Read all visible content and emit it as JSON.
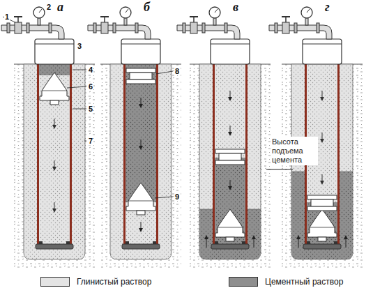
{
  "diagram": {
    "labels": [
      "а",
      "б",
      "в",
      "г",
      "1",
      "2",
      "3",
      "4",
      "6",
      "5",
      "7",
      "8",
      "9",
      "Высота подъема цемента"
    ],
    "legend": [
      {
        "text": "Глинистый раствор",
        "color": "#e4e4e4"
      },
      {
        "text": "Цементный раствор",
        "color": "#8f8f8f"
      }
    ]
  }
}
